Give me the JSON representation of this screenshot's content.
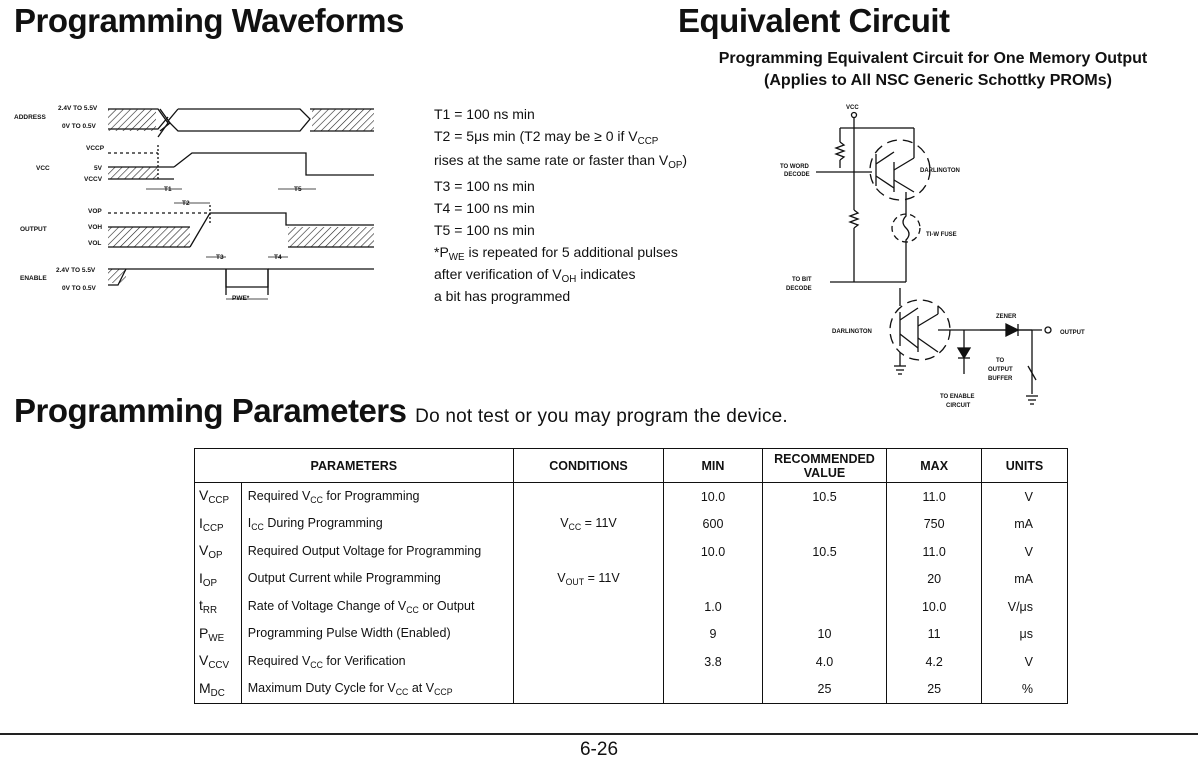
{
  "waveforms": {
    "title": "Programming Waveforms",
    "labels": {
      "address": "ADDRESS",
      "address_hi": "2.4V TO 5.5V",
      "address_lo": "0V TO 0.5V",
      "vcc": "VCC",
      "vccp": "VCCP",
      "v5": "5V",
      "vccv": "VCCV",
      "output": "OUTPUT",
      "vop": "VOP",
      "voh": "VOH",
      "vol": "VOL",
      "enable": "ENABLE",
      "enable_hi": "2.4V TO 5.5V",
      "enable_lo": "0V TO 0.5V",
      "t1": "T1",
      "t2": "T2",
      "t3": "T3",
      "t4": "T4",
      "t5": "T5",
      "pwe": "PWE*"
    }
  },
  "timing_notes": {
    "t1": "T1 = 100 ns min",
    "t2_line1": "T2 = 5μs min (T2 may be ≥ 0 if V",
    "t2_line1_sub": "CCP",
    "t2_line2": "rises at the same rate or faster than V",
    "t2_line2_sub": "OP",
    "t2_line2_end": ")",
    "t3": "T3 = 100 ns min",
    "t4": "T4 = 100 ns min",
    "t5": "T5 = 100 ns min",
    "pwe_line1_pre": "*P",
    "pwe_line1_sub": "WE",
    "pwe_line1_post": " is repeated for 5 additional pulses",
    "pwe_line2_pre": "after verification of V",
    "pwe_line2_sub": "OH",
    "pwe_line2_post": " indicates",
    "pwe_line3": "a bit has programmed"
  },
  "circuit": {
    "title": "Equivalent Circuit",
    "subtitle_1": "Programming Equivalent Circuit for One Memory Output",
    "subtitle_2": "(Applies to All NSC Generic Schottky PROMs)",
    "labels": {
      "vcc": "VCC",
      "to_word_decode_1": "TO WORD",
      "to_word_decode_2": "DECODE",
      "darlington_top": "DARLINGTON",
      "tiw_fuse": "TI-W FUSE",
      "to_bit_decode_1": "TO BIT",
      "to_bit_decode_2": "DECODE",
      "zener": "ZENER",
      "output": "OUTPUT",
      "darlington_bottom": "DARLINGTON",
      "to_output_buffer_1": "TO",
      "to_output_buffer_2": "OUTPUT",
      "to_output_buffer_3": "BUFFER",
      "to_enable_circuit_1": "TO ENABLE",
      "to_enable_circuit_2": "CIRCUIT"
    }
  },
  "parameters": {
    "title": "Programming Parameters",
    "caption": "Do not test or you may program the device.",
    "headers": {
      "parameters": "PARAMETERS",
      "conditions": "CONDITIONS",
      "min": "MIN",
      "recommended_1": "RECOMMENDED",
      "recommended_2": "VALUE",
      "max": "MAX",
      "units": "UNITS"
    },
    "rows": [
      {
        "sym": "V",
        "sym_sub": "CCP",
        "desc": "Required V",
        "desc_sub": "CC",
        "desc_post": " for Programming",
        "cond": "",
        "cond_sub": "",
        "cond_post": "",
        "min": "10.0",
        "rec": "10.5",
        "max": "11.0",
        "units": "V"
      },
      {
        "sym": "I",
        "sym_sub": "CCP",
        "desc": "I",
        "desc_sub": "CC",
        "desc_post": " During Programming",
        "cond": "V",
        "cond_sub": "CC",
        "cond_post": " = 11V",
        "min": "600",
        "rec": "",
        "max": "750",
        "units": "mA"
      },
      {
        "sym": "V",
        "sym_sub": "OP",
        "desc": "Required Output Voltage for Programming",
        "desc_sub": "",
        "desc_post": "",
        "cond": "",
        "cond_sub": "",
        "cond_post": "",
        "min": "10.0",
        "rec": "10.5",
        "max": "11.0",
        "units": "V"
      },
      {
        "sym": "I",
        "sym_sub": "OP",
        "desc": "Output Current while Programming",
        "desc_sub": "",
        "desc_post": "",
        "cond": "V",
        "cond_sub": "OUT",
        "cond_post": " = 11V",
        "min": "",
        "rec": "",
        "max": "20",
        "units": "mA"
      },
      {
        "sym": "t",
        "sym_sub": "RR",
        "desc": "Rate of Voltage Change of V",
        "desc_sub": "CC",
        "desc_post": " or Output",
        "cond": "",
        "cond_sub": "",
        "cond_post": "",
        "min": "1.0",
        "rec": "",
        "max": "10.0",
        "units": "V/μs"
      },
      {
        "sym": "P",
        "sym_sub": "WE",
        "desc": "Programming Pulse Width (Enabled)",
        "desc_sub": "",
        "desc_post": "",
        "cond": "",
        "cond_sub": "",
        "cond_post": "",
        "min": "9",
        "rec": "10",
        "max": "11",
        "units": "μs"
      },
      {
        "sym": "V",
        "sym_sub": "CCV",
        "desc": "Required V",
        "desc_sub": "CC",
        "desc_post": " for Verification",
        "cond": "",
        "cond_sub": "",
        "cond_post": "",
        "min": "3.8",
        "rec": "4.0",
        "max": "4.2",
        "units": "V"
      },
      {
        "sym": "M",
        "sym_sub": "DC",
        "desc": "Maximum Duty Cycle for V",
        "desc_sub": "CC",
        "desc_post": " at V",
        "desc_sub2": "CCP",
        "cond": "",
        "cond_sub": "",
        "cond_post": "",
        "min": "",
        "rec": "25",
        "max": "25",
        "units": "%"
      }
    ]
  },
  "page_number": "6-26"
}
